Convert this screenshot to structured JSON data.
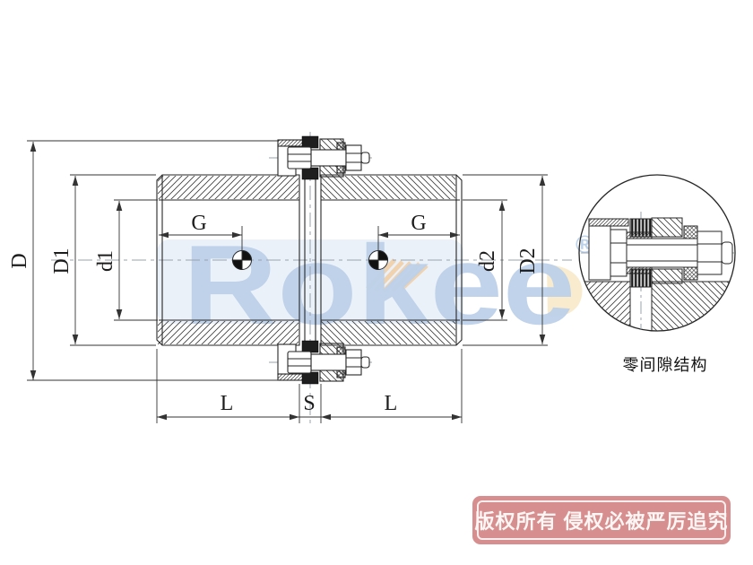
{
  "watermark": {
    "brand": "Rokee",
    "registered_mark": "®",
    "brand_color": "#bdd1ea",
    "accent_color": "#f2cda2"
  },
  "main_view": {
    "dim_overall_diameter": "D",
    "dim_hub_outer_left": "D1",
    "dim_bore_left": "d1",
    "dim_g_left": "G",
    "dim_g_right": "G",
    "dim_bore_right": "d2",
    "dim_hub_outer_right": "D2",
    "dim_length_left": "L",
    "dim_gap": "S",
    "dim_length_right": "L"
  },
  "detail_view": {
    "caption": "零间隙结构"
  },
  "copyright_stamp": {
    "text": "版权所有 侵权必被严厉追究",
    "background": "#d68e8e",
    "text_color": "#fdf6f4"
  }
}
